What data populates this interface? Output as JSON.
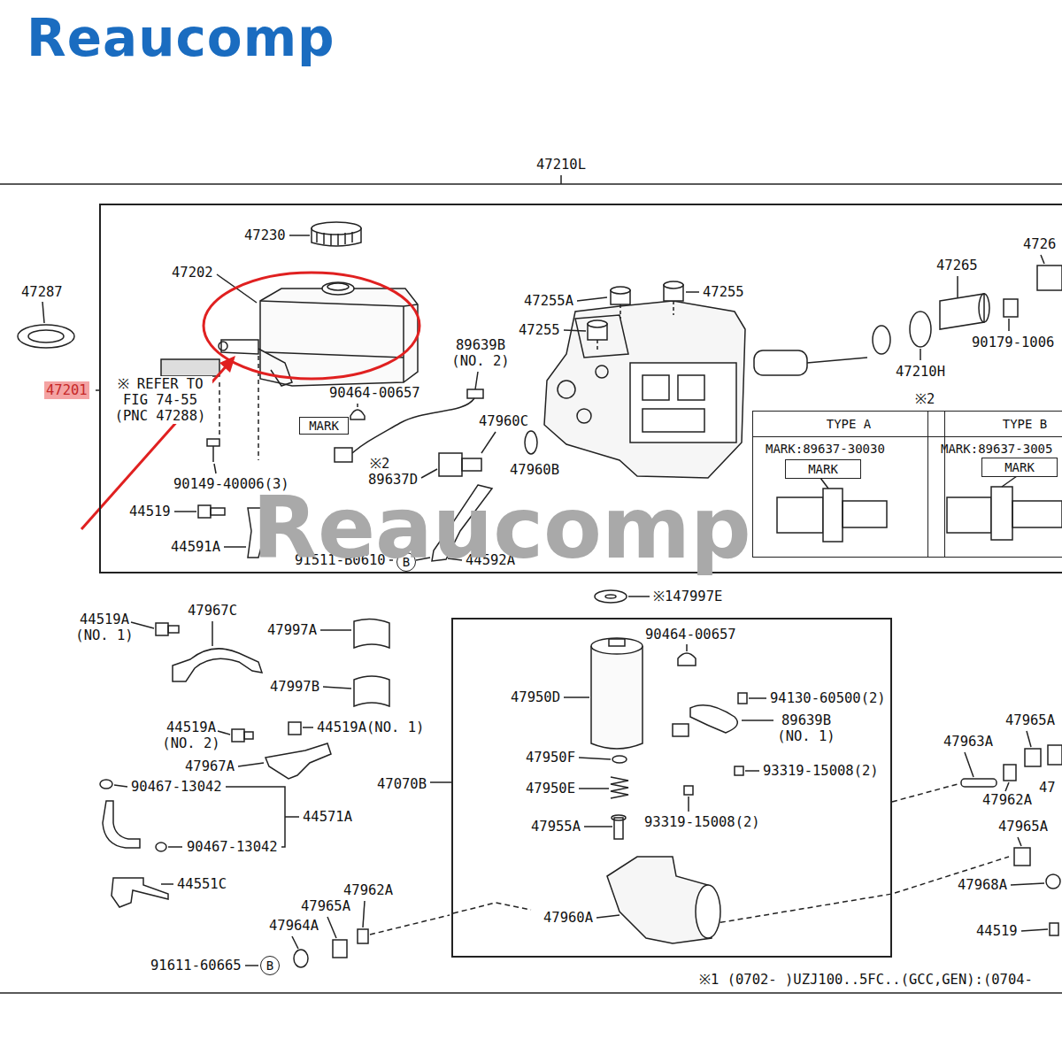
{
  "diagram": {
    "nodes": [
      {
        "text": [
          "47210L"
        ]
      },
      {
        "text": [
          "MARK"
        ],
        "in": 0
      },
      {
        "text": [
          "TYPE A",
          "MARK:89637-30030"
        ],
        "in": 0
      },
      {
        "text": [
          "MARK"
        ],
        "in": 2
      },
      {
        "text": [
          "TYPE B",
          "MARK:89637-3005"
        ],
        "in": 0
      },
      {
        "text": [
          "MARK"
        ],
        "in": 4
      },
      {
        "text": [
          "B"
        ],
        "in": 0
      },
      {
        "text": [
          "47070B"
        ]
      },
      {
        "text": [
          "B"
        ]
      }
    ],
    "labels": [
      "Reaucomp",
      "47287",
      "47201",
      "47230",
      "47202",
      "※ REFER TO FIG 74-55 (PNC 47288)",
      "90464-00657",
      "89639B (NO. 2)",
      "47255A",
      "47255",
      "47255",
      "47265",
      "4726",
      "90179-1006",
      "47210H",
      "47960C",
      "47960B",
      "※2",
      "89637D",
      "90149-40006(3)",
      "44519",
      "44591A",
      "91511-B0610",
      "44592A",
      "※2",
      "Reaucomp",
      "※147997E",
      "44519A (NO. 1)",
      "47967C",
      "47997A",
      "47997B",
      "44519A (NO. 2)",
      "44519A(NO. 1)",
      "47967A",
      "90467-13042",
      "44571A",
      "90467-13042",
      "44551C",
      "47962A",
      "47965A",
      "47964A",
      "91611-60665",
      "90464-00657",
      "47950D",
      "94130-60500(2)",
      "89639B (NO. 1)",
      "47950F",
      "93319-15008(2)",
      "47950E",
      "47955A",
      "93319-15008(2)",
      "47960A",
      "47965A",
      "47963A",
      "47",
      "47962A",
      "47965A",
      "47968A",
      "44519",
      "※1 (0702- )UZJ100..5FC..(GCC,GEN):(0704-"
    ]
  }
}
